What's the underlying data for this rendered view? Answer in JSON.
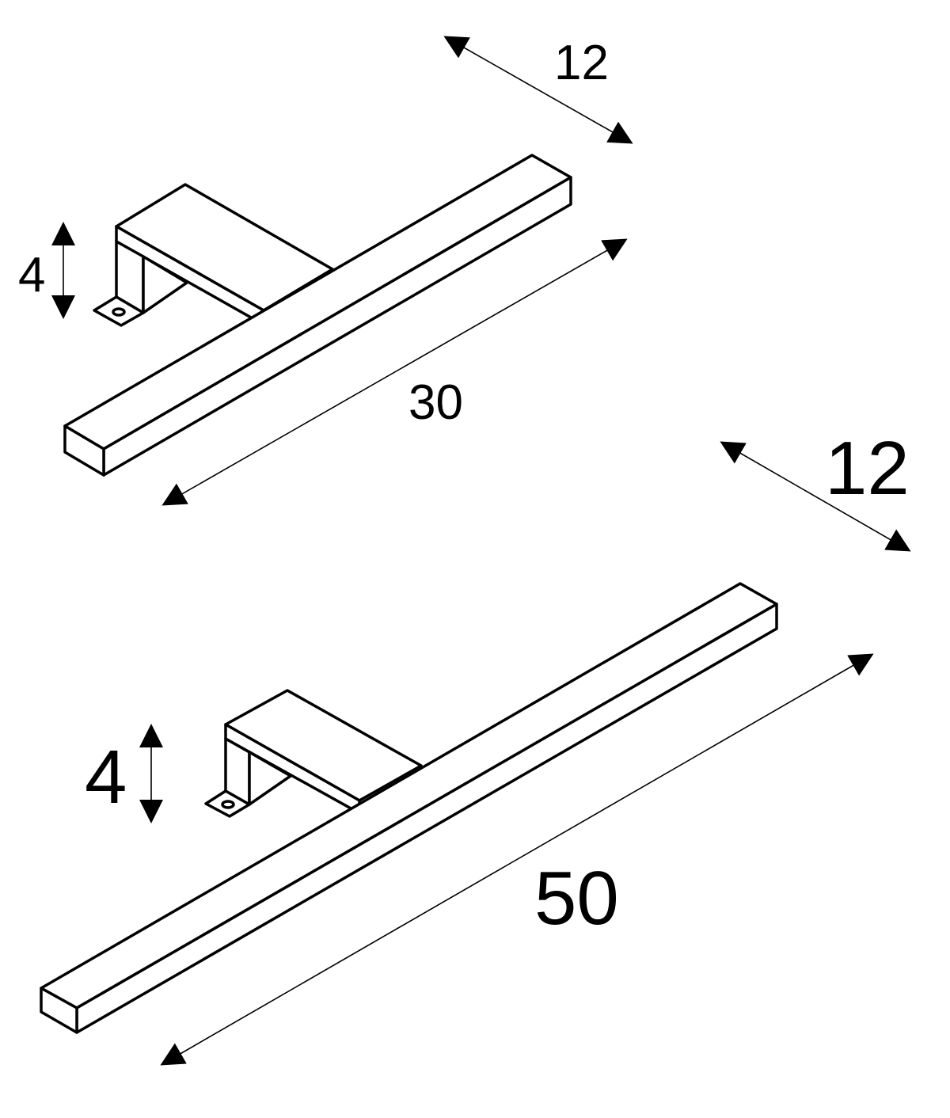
{
  "colors": {
    "line": "#000000",
    "background": "#ffffff"
  },
  "lamps": [
    {
      "id": "lamp-30",
      "depth_label": "12",
      "height_label": "4",
      "length_label": "30"
    },
    {
      "id": "lamp-50",
      "depth_label": "12",
      "height_label": "4",
      "length_label": "50"
    }
  ]
}
